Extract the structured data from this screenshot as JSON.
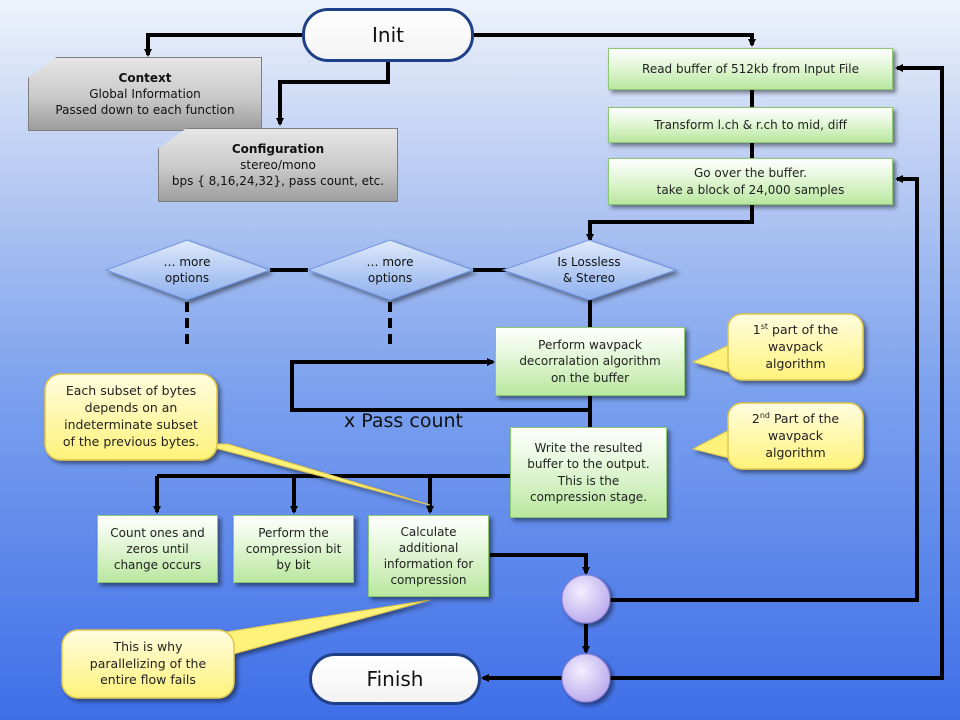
{
  "colors": {
    "background_top": "#eef3fb",
    "background_bottom": "#3f6fe8",
    "line": "#000000",
    "terminal_border": "#1f3f86",
    "process_fill": "#d7f3c6",
    "decision_fill": "#a9c4f2",
    "callout_fill": "#fff59a",
    "connector_fill": "#c9bdf2"
  },
  "terminals": {
    "init": "Init",
    "finish": "Finish"
  },
  "notes": {
    "context": {
      "title": "Context",
      "line1": "Global Information",
      "line2": "Passed down to each function"
    },
    "configuration": {
      "title": "Configuration",
      "line1": "stereo/mono",
      "line2": "bps { 8,16,24,32},  pass count, etc."
    }
  },
  "steps": {
    "read_buffer": "Read buffer of 512kb  from Input File",
    "transform": "Transform l.ch & r.ch to mid, diff",
    "go_over_1": "Go over the buffer.",
    "go_over_2": "take a block of 24,000  samples",
    "wavpack_1": "Perform wavpack",
    "wavpack_2": "decorralation algorithm",
    "wavpack_3": "on the buffer",
    "write_1": "Write the resulted",
    "write_2": "buffer to the output.",
    "write_3": "This is the",
    "write_4": "compression stage.",
    "count_1": "Count ones and",
    "count_2": "zeros until",
    "count_3": "change occurs",
    "perform_bit_1": "Perform the",
    "perform_bit_2": "compression bit",
    "perform_bit_3": "by bit",
    "calculate_1": "Calculate",
    "calculate_2": "additional",
    "calculate_3": "information for",
    "calculate_4": "compression"
  },
  "decisions": {
    "more_options_left_1": "… more",
    "more_options_left_2": "options",
    "more_options_mid_1": "… more",
    "more_options_mid_2": "options",
    "lossless_1": "Is Lossless",
    "lossless_2": "& Stereo"
  },
  "loop_label": "x Pass count",
  "callouts": {
    "first_part_pre": "1",
    "first_part_sup": "st",
    "first_part_post": " part of the",
    "first_part_2": "wavpack",
    "first_part_3": "algorithm",
    "second_part_pre": "2",
    "second_part_sup": "nd",
    "second_part_post": " Part of the",
    "second_part_2": "wavpack",
    "second_part_3": "algorithm",
    "subset_1": "Each subset of bytes",
    "subset_2": "depends on an",
    "subset_3": "indeterminate subset",
    "subset_4": "of the previous bytes.",
    "parallel_1": "This is why",
    "parallel_2": "parallelizing of the",
    "parallel_3": "entire flow fails"
  }
}
